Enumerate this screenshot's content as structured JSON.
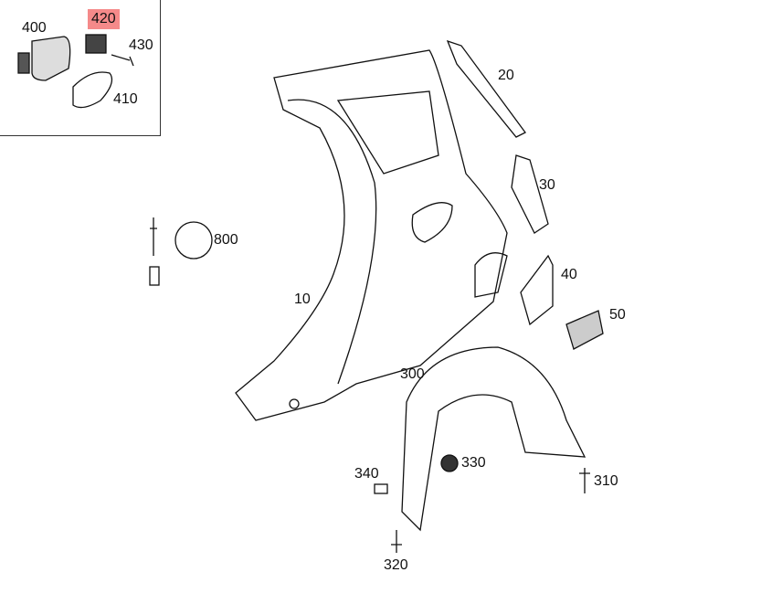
{
  "callouts": [
    {
      "id": "400",
      "label": "400"
    },
    {
      "id": "420",
      "label": "420",
      "highlighted": true
    },
    {
      "id": "430",
      "label": "430"
    },
    {
      "id": "410",
      "label": "410"
    },
    {
      "id": "20",
      "label": "20"
    },
    {
      "id": "30",
      "label": "30"
    },
    {
      "id": "800",
      "label": "800"
    },
    {
      "id": "40",
      "label": "40"
    },
    {
      "id": "10",
      "label": "10"
    },
    {
      "id": "50",
      "label": "50"
    },
    {
      "id": "300",
      "label": "300"
    },
    {
      "id": "330",
      "label": "330"
    },
    {
      "id": "340",
      "label": "340"
    },
    {
      "id": "310",
      "label": "310"
    },
    {
      "id": "320",
      "label": "320"
    }
  ],
  "colors": {
    "highlight": "#f58a8a",
    "line": "#111111"
  }
}
